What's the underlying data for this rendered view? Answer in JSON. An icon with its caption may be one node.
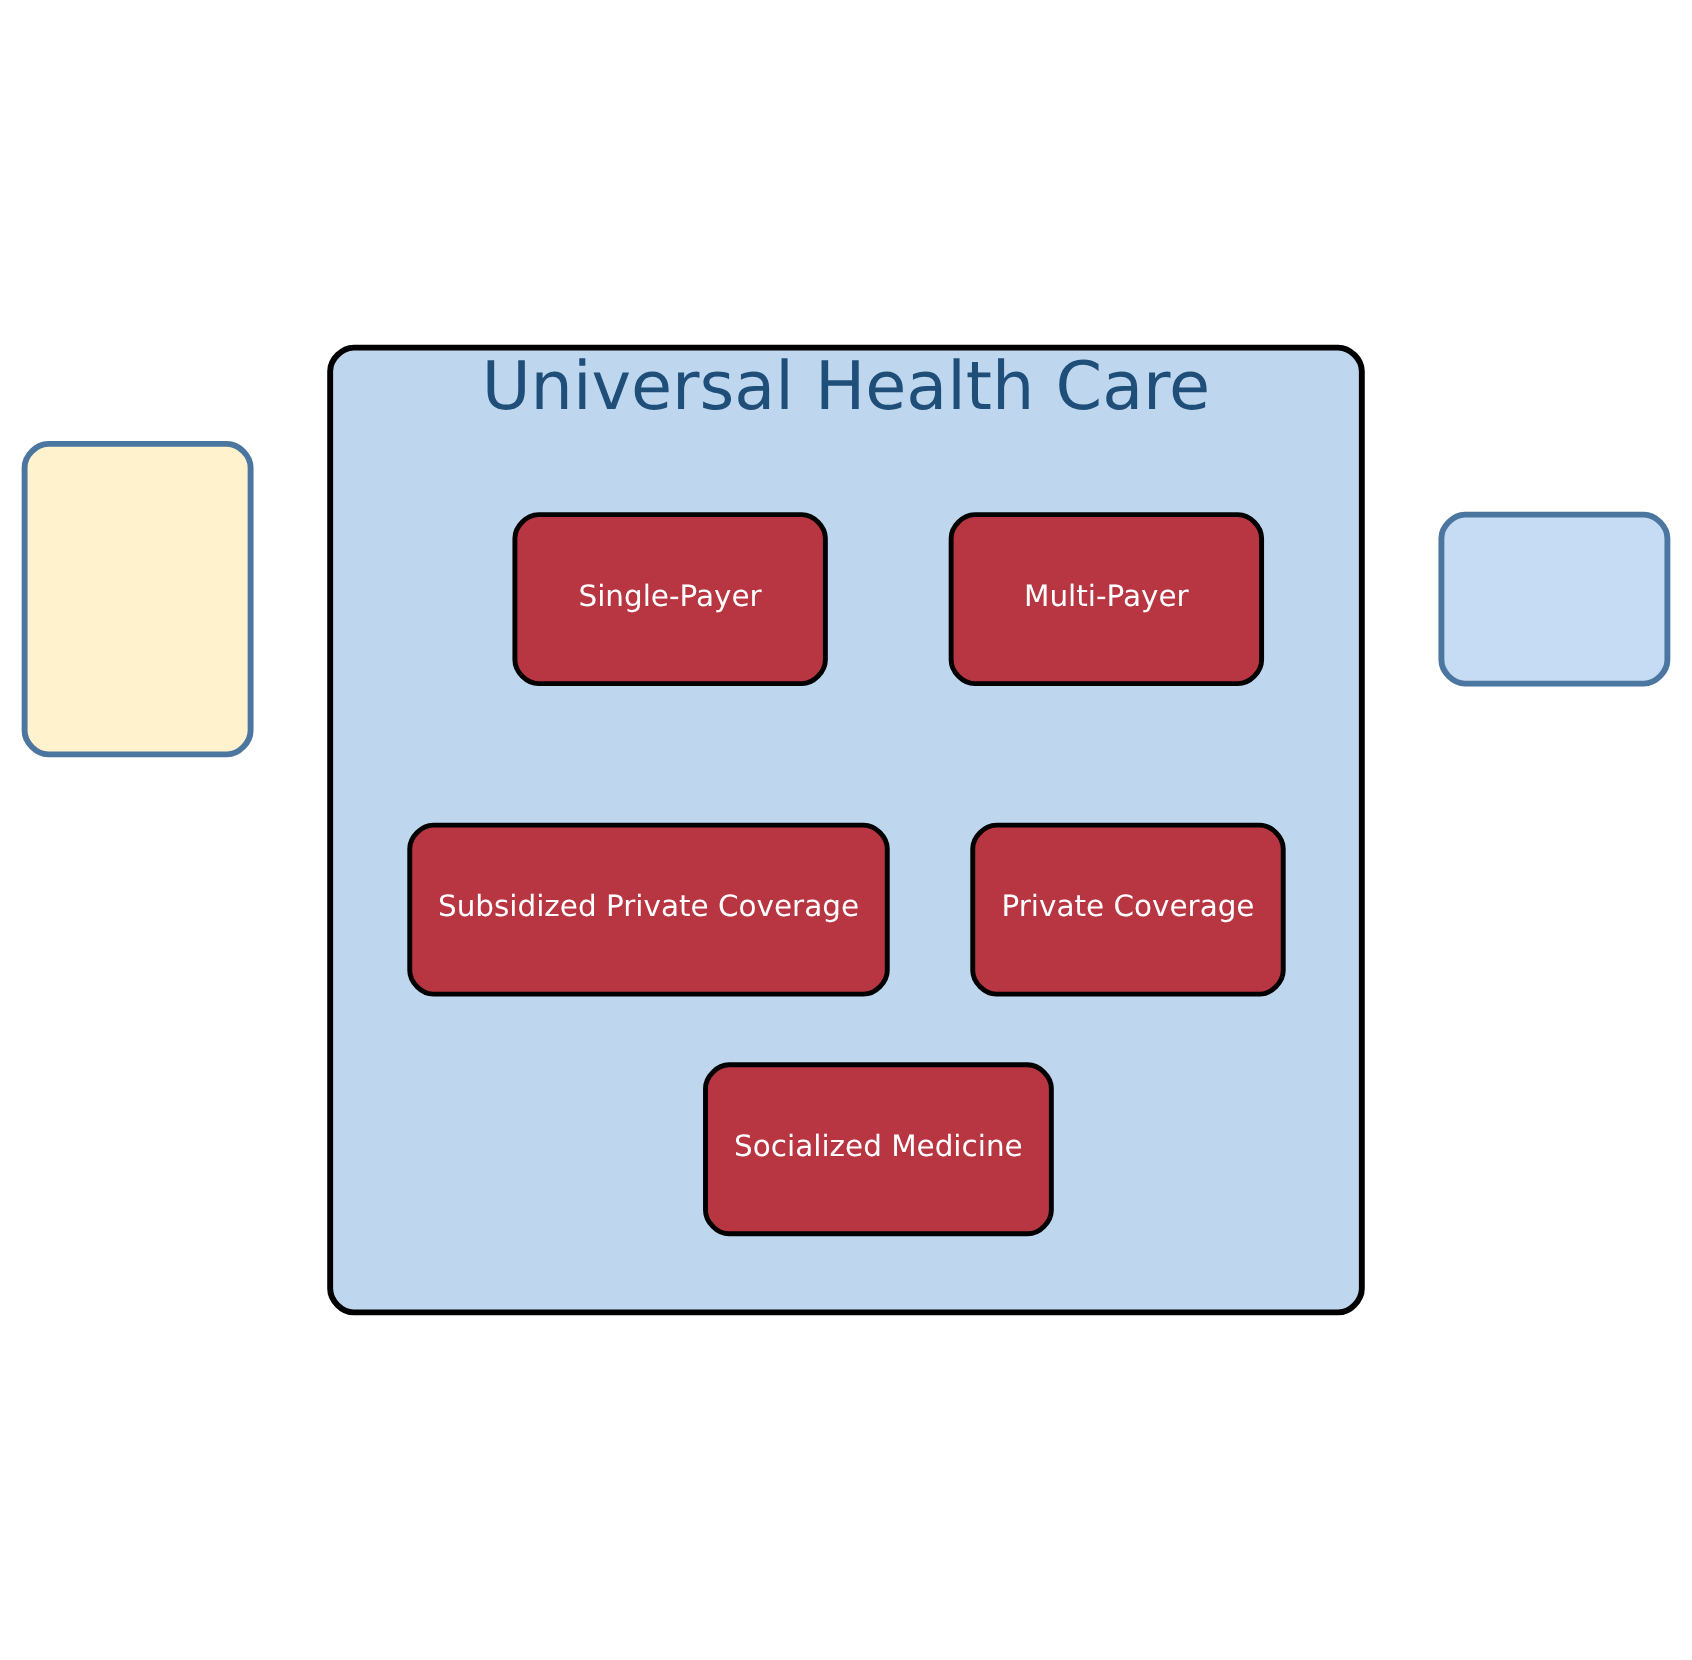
{
  "diagram": {
    "nodes": [
      {
        "text": [],
        "shape": "box"
      },
      {
        "text": [
          "Universal Health Care"
        ]
      },
      {
        "text": [
          "Single-Payer"
        ],
        "in": 1
      },
      {
        "text": [
          "Multi-Payer"
        ],
        "in": 1
      },
      {
        "text": [
          "Subsidized Private Coverage"
        ],
        "in": 1
      },
      {
        "text": [
          "Private Coverage"
        ],
        "in": 1
      },
      {
        "text": [
          "Socialized Medicine"
        ],
        "in": 1
      },
      {
        "text": [],
        "shape": "box"
      }
    ],
    "edges": []
  }
}
